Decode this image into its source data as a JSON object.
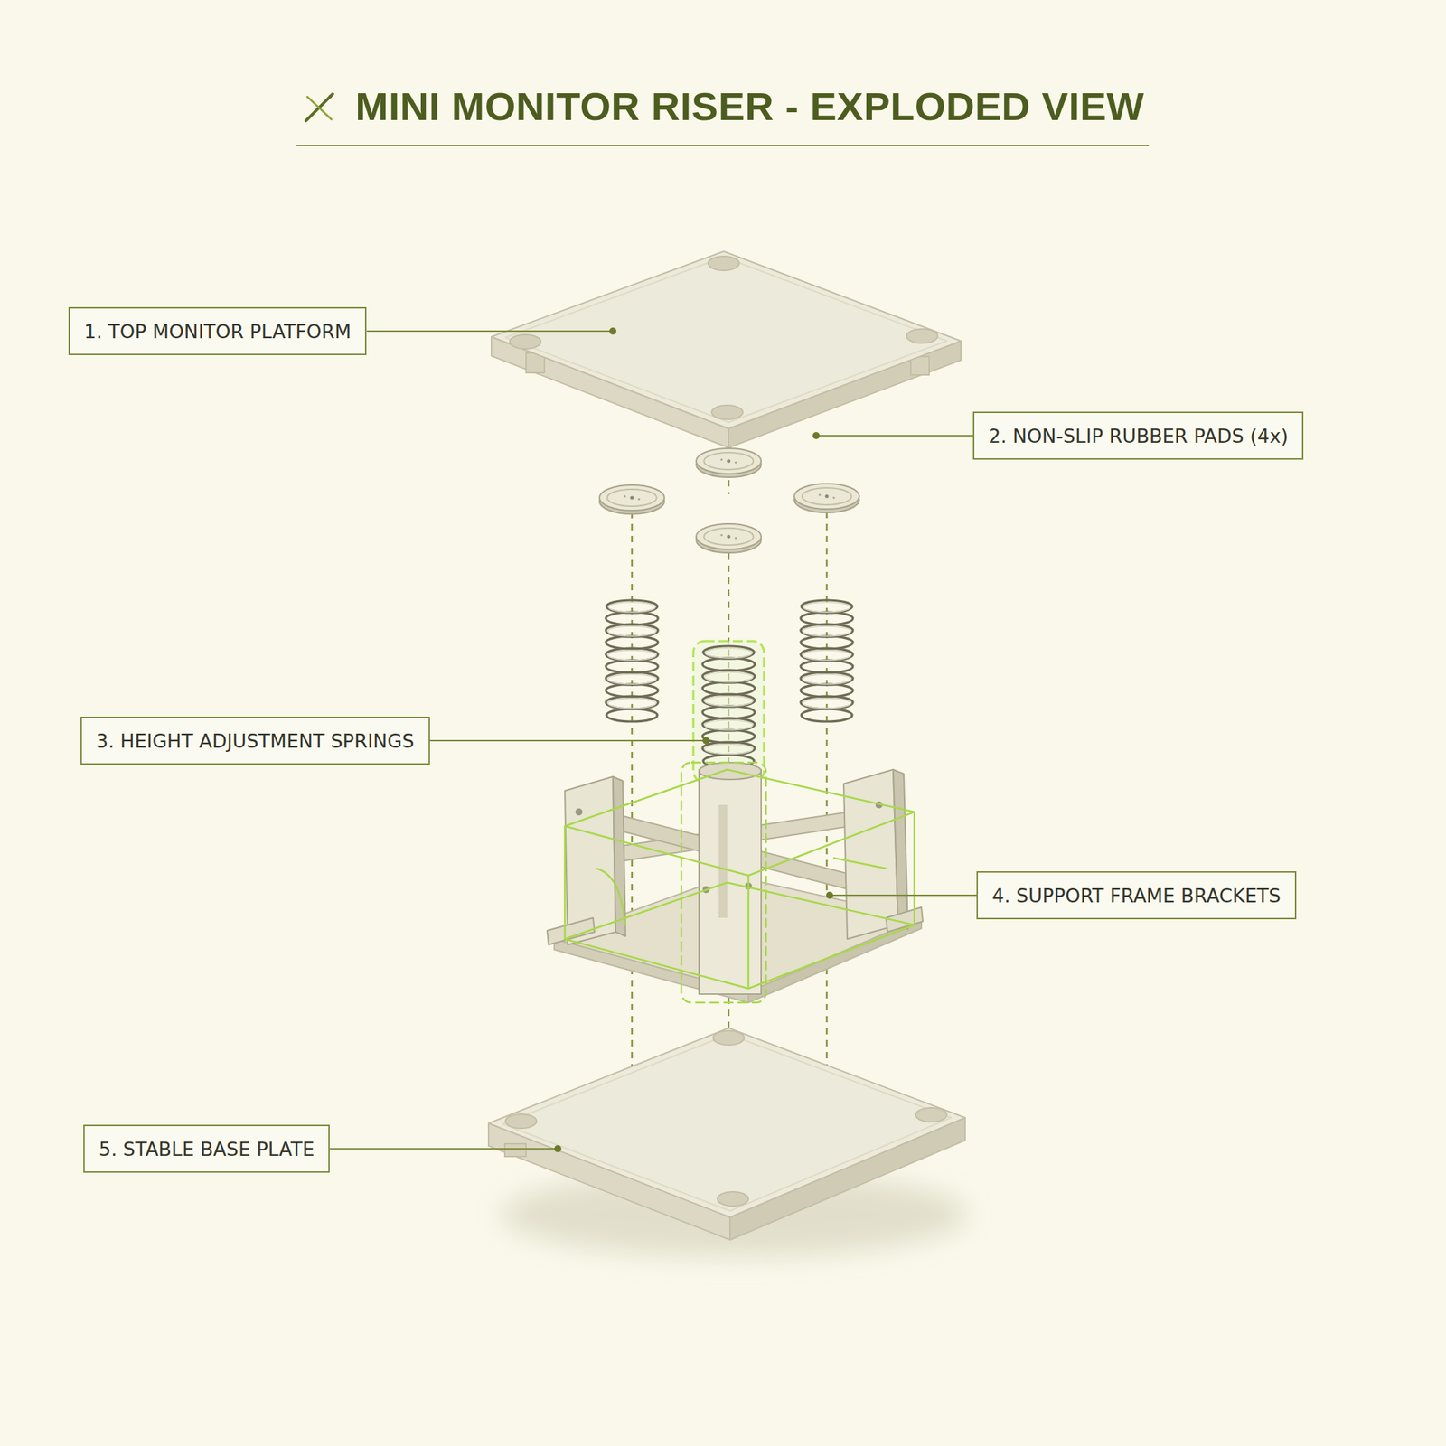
{
  "diagram": {
    "title": "MINI MONITOR RISER - EXPLODED VIEW",
    "nodes": [
      {
        "text": [
          "1. TOP MONITOR PLATFORM"
        ]
      },
      {
        "text": [
          "2. NON-SLIP RUBBER PADS (4x)"
        ]
      },
      {
        "text": [
          "3. HEIGHT ADJUSTMENT SPRINGS"
        ]
      },
      {
        "text": [
          "4. SUPPORT FRAME BRACKETS"
        ]
      },
      {
        "text": [
          "5. STABLE BASE PLATE"
        ]
      }
    ]
  }
}
